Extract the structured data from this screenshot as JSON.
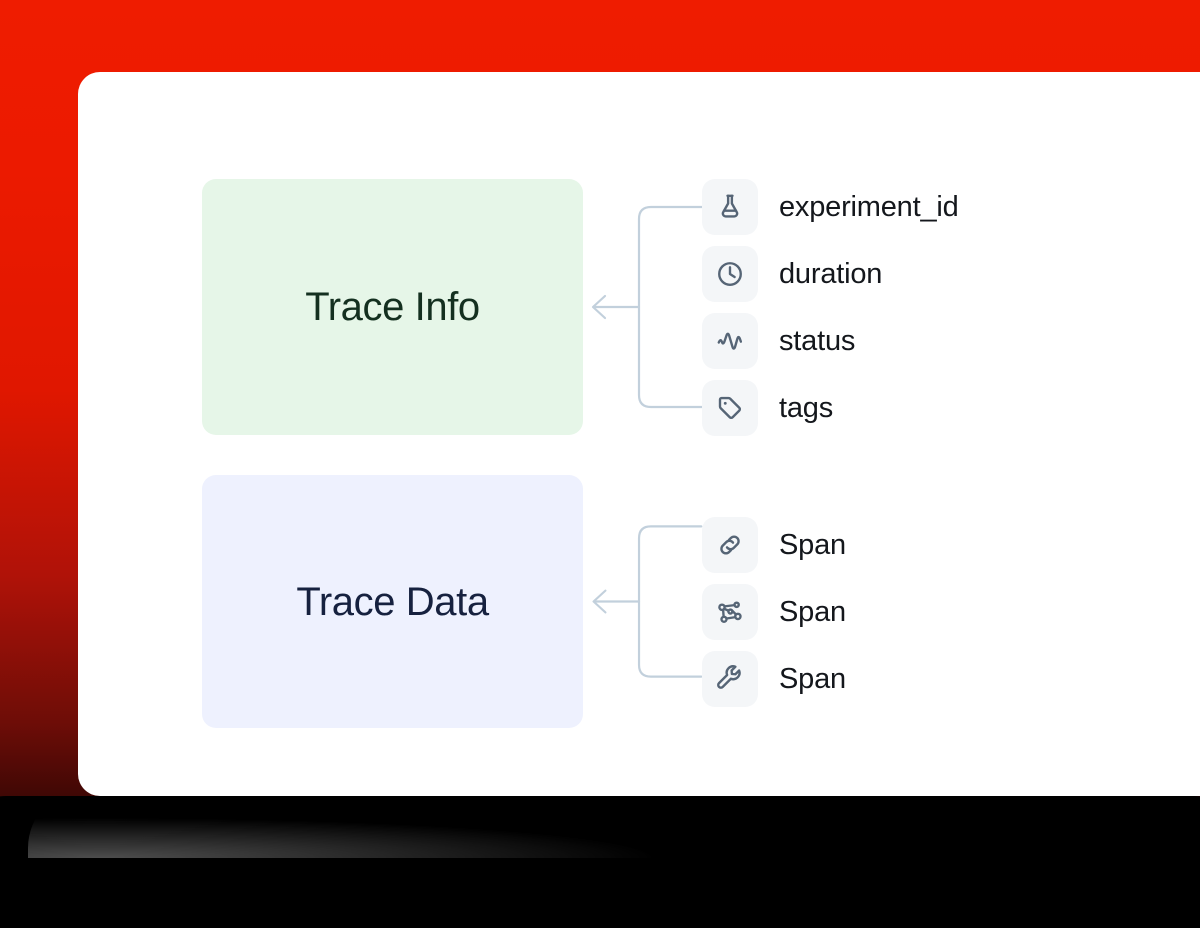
{
  "theme": {
    "backdrop_top_color": "#ef1c00",
    "backdrop_bottom_color": "#000000",
    "card_background": "#ffffff",
    "connector_color": "#c2d0dc",
    "chip_background": "#f4f6f8",
    "icon_color": "#566576"
  },
  "diagram": {
    "type": "tree",
    "groups": [
      {
        "id": "trace-info",
        "box_label": "Trace Info",
        "box_color": "#e6f6e8",
        "box_text_color": "#143020",
        "fields": [
          {
            "icon": "flask-icon",
            "label": "experiment_id"
          },
          {
            "icon": "clock-icon",
            "label": "duration"
          },
          {
            "icon": "activity-icon",
            "label": "status"
          },
          {
            "icon": "tag-icon",
            "label": "tags"
          }
        ]
      },
      {
        "id": "trace-data",
        "box_label": "Trace Data",
        "box_color": "#eef1fe",
        "box_text_color": "#16213f",
        "fields": [
          {
            "icon": "link-icon",
            "label": "Span"
          },
          {
            "icon": "network-icon",
            "label": "Span"
          },
          {
            "icon": "wrench-icon",
            "label": "Span"
          }
        ]
      }
    ]
  }
}
